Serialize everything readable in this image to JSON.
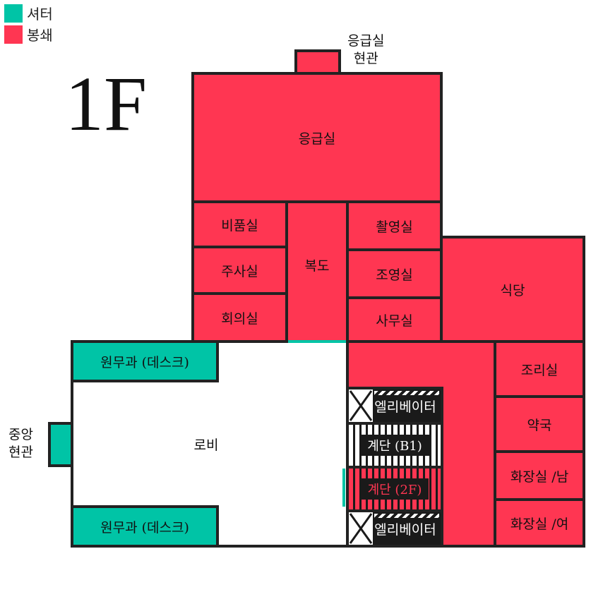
{
  "legend": [
    {
      "label": "셔터",
      "color": "#00c4a6"
    },
    {
      "label": "봉쇄",
      "color": "#ff3652"
    }
  ],
  "floor": "1F",
  "colors": {
    "locked": "#ff3652",
    "shutter": "#00c4a6",
    "wall": "#222222"
  },
  "rooms": {
    "er_entrance_line1": "응급실",
    "er_entrance_line2": "현관",
    "er": "응급실",
    "supplies": "비품실",
    "injection": "주사실",
    "meeting": "회의실",
    "corridor": "복도",
    "radiography": "촬영실",
    "contrast": "조영실",
    "office": "사무실",
    "cafeteria": "식당",
    "desk_top": "원무과 (데스크)",
    "desk_bottom": "원무과 (데스크)",
    "lobby": "로비",
    "main_entrance_line1": "중앙",
    "main_entrance_line2": "현관",
    "elevator_top": "엘리베이터",
    "stairs_b1": "계단 (B1)",
    "stairs_2f": "계단 (2F)",
    "elevator_bottom": "엘리베이터",
    "kitchen": "조리실",
    "pharmacy": "약국",
    "restroom_m": "화장실 /남",
    "restroom_f": "화장실 /여"
  }
}
